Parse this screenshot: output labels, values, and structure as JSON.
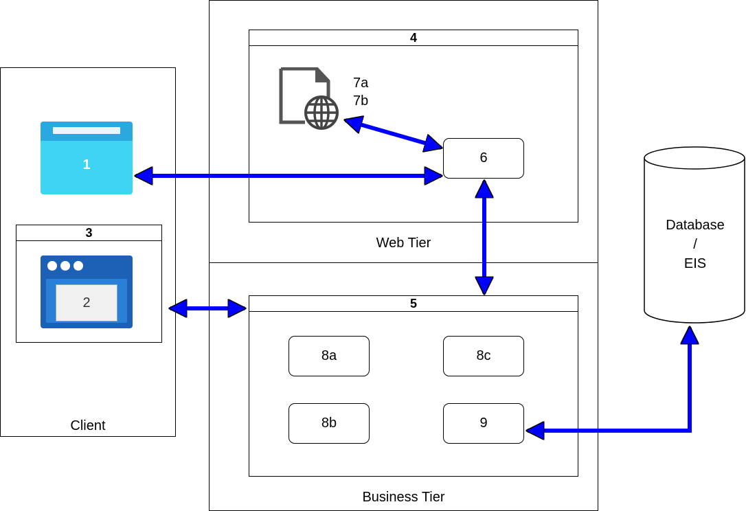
{
  "tiers": {
    "client": {
      "label": "Client"
    },
    "web": {
      "label": "Web Tier"
    },
    "business": {
      "label": "Business Tier"
    }
  },
  "containers": {
    "web_container": {
      "header": "4"
    },
    "client_container": {
      "header": "3"
    },
    "business_container": {
      "header": "5"
    }
  },
  "client_items": {
    "browser_label": "1",
    "app_label": "2"
  },
  "web_items": {
    "web_page_labels": [
      "7a",
      "7b"
    ],
    "component_6": "6"
  },
  "business_items": {
    "component_8a": "8a",
    "component_8b": "8b",
    "component_8c": "8c",
    "component_9": "9"
  },
  "database": {
    "line1": "Database",
    "line2": "/",
    "line3": "EIS"
  },
  "colors": {
    "arrow": "#0000ff",
    "browser_top": "#2aa8e0",
    "browser_body": "#3dd5f3",
    "app_frame": "#1c61b5",
    "app_inner": "#f0f0f0"
  }
}
